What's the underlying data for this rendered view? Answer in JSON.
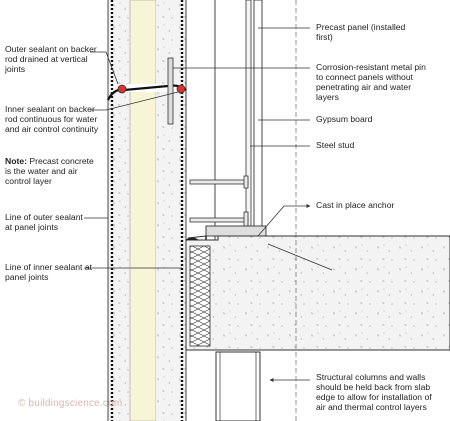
{
  "labels": {
    "precast_panel": "Precast panel (installed\nfirst)",
    "metal_pin": "Corrosion-resistant metal pin\nto connect panels without\npenetrating air and water\nlayers",
    "gypsum_board": "Gypsum board",
    "steel_stud": "Steel stud",
    "cast_anchor": "Cast in place anchor",
    "outer_sealant": "Outer sealant on backer\nrod drained at vertical\njoints",
    "inner_sealant": "Inner sealant on backer\nrod continuous for water\nand air control continuity",
    "note_title": "Note:",
    "note_body": "Precast concrete\nis the water and air\ncontrol layer",
    "outer_line": "Line of outer sealant\nat panel joints",
    "inner_line": "Line of inner sealant at\npanel joints",
    "structural": "Structural columns and walls\nshould be held back from slab\nedge to allow for installation of\nair and thermal control layers"
  },
  "watermark": "© buildingscience.com",
  "colors": {
    "concrete_fill": "#f3f3f3",
    "insulation_fill": "#f8f4d6",
    "sealant_red": "#d9342b",
    "line": "#333333"
  }
}
